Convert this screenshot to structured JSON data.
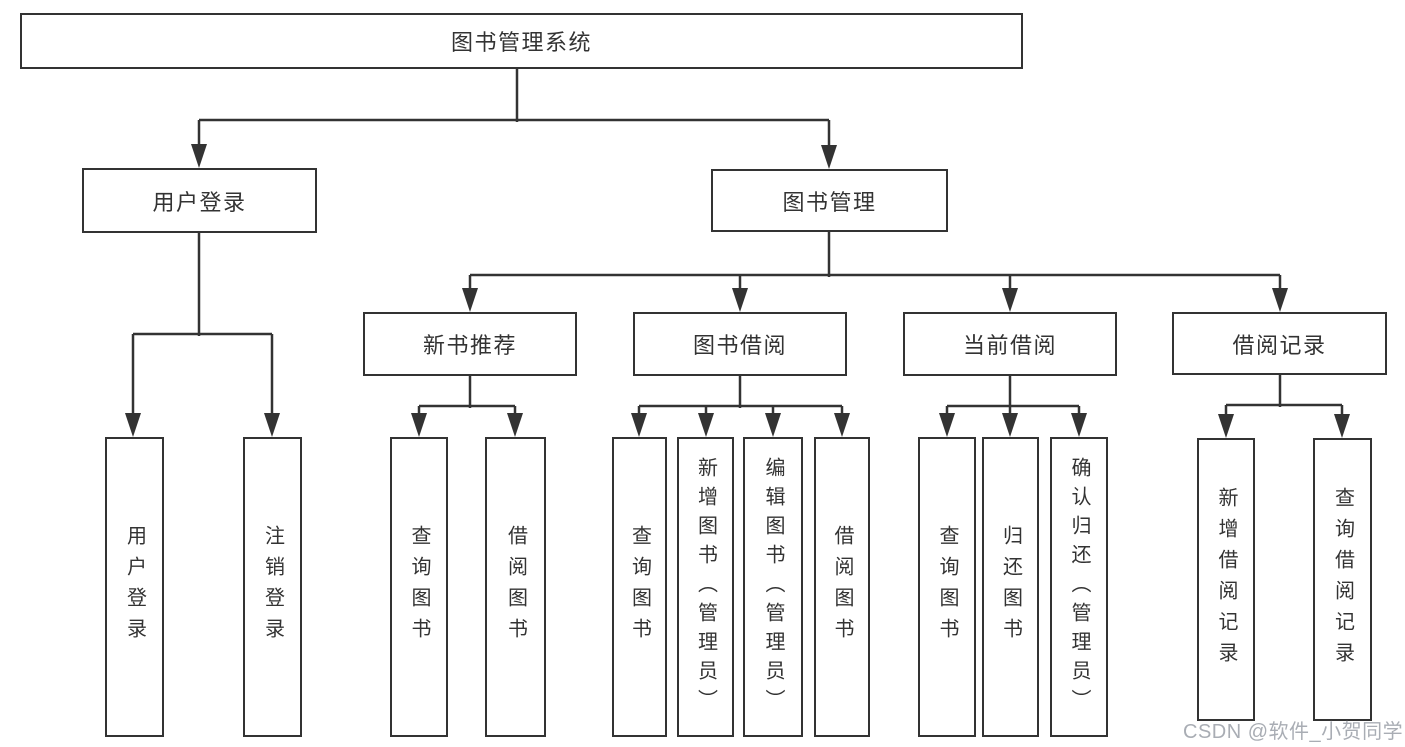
{
  "tree": {
    "label": "图书管理系统",
    "children": [
      {
        "label": "用户登录",
        "children": [
          {
            "label": "用户登录"
          },
          {
            "label": "注销登录"
          }
        ]
      },
      {
        "label": "图书管理",
        "children": [
          {
            "label": "新书推荐",
            "children": [
              {
                "label": "查询图书"
              },
              {
                "label": "借阅图书"
              }
            ]
          },
          {
            "label": "图书借阅",
            "children": [
              {
                "label": "查询图书"
              },
              {
                "label": "新增图书（管理员）"
              },
              {
                "label": "编辑图书（管理员）"
              },
              {
                "label": "借阅图书"
              }
            ]
          },
          {
            "label": "当前借阅",
            "children": [
              {
                "label": "查询图书"
              },
              {
                "label": "归还图书"
              },
              {
                "label": "确认归还（管理员）"
              }
            ]
          },
          {
            "label": "借阅记录",
            "children": [
              {
                "label": "新增借阅记录"
              },
              {
                "label": "查询借阅记录"
              }
            ]
          }
        ]
      }
    ]
  },
  "watermark": {
    "text": "CSDN @软件_小贺同学"
  },
  "colors": {
    "line": "#333333",
    "text": "#333333",
    "background": "#ffffff",
    "watermark": "#a9adb4"
  }
}
